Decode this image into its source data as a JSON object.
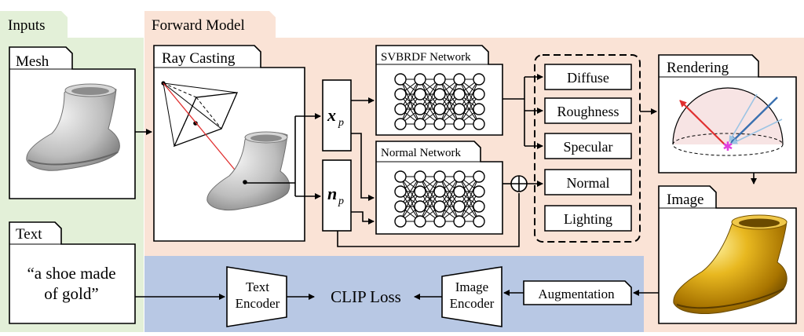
{
  "sections": {
    "inputs": "Inputs",
    "forward_model": "Forward Model"
  },
  "inputs": {
    "mesh_title": "Mesh",
    "text_title": "Text",
    "prompt_line1": "“a shoe made",
    "prompt_line2": "of gold”"
  },
  "forward": {
    "ray_casting": "Ray Casting",
    "xp_var": "x",
    "np_var": "n",
    "var_sub": "p",
    "svbrdf_network": "SVBRDF Network",
    "normal_network": "Normal Network",
    "outputs": [
      "Diffuse",
      "Roughness",
      "Specular",
      "Normal",
      "Lighting"
    ],
    "rendering": "Rendering",
    "image": "Image"
  },
  "loss": {
    "text_encoder_line1": "Text",
    "text_encoder_line2": "Encoder",
    "clip_loss": "CLIP Loss",
    "image_encoder_line1": "Image",
    "image_encoder_line2": "Encoder",
    "augmentation": "Augmentation"
  },
  "colors": {
    "inputs_bg": "#e3f0d8",
    "forward_bg": "#fae3d6",
    "loss_bg": "#b8c8e4",
    "gold": "#d4a017",
    "ray_red": "#e03030",
    "light_blue": "#3a70b0",
    "magenta_star": "#e040e0"
  },
  "icons": [
    "mesh-shoe-icon",
    "shoe-scene-icon",
    "mlp-network-icon",
    "hemisphere-icon",
    "gold-shoe-icon",
    "plus-circle-icon"
  ]
}
